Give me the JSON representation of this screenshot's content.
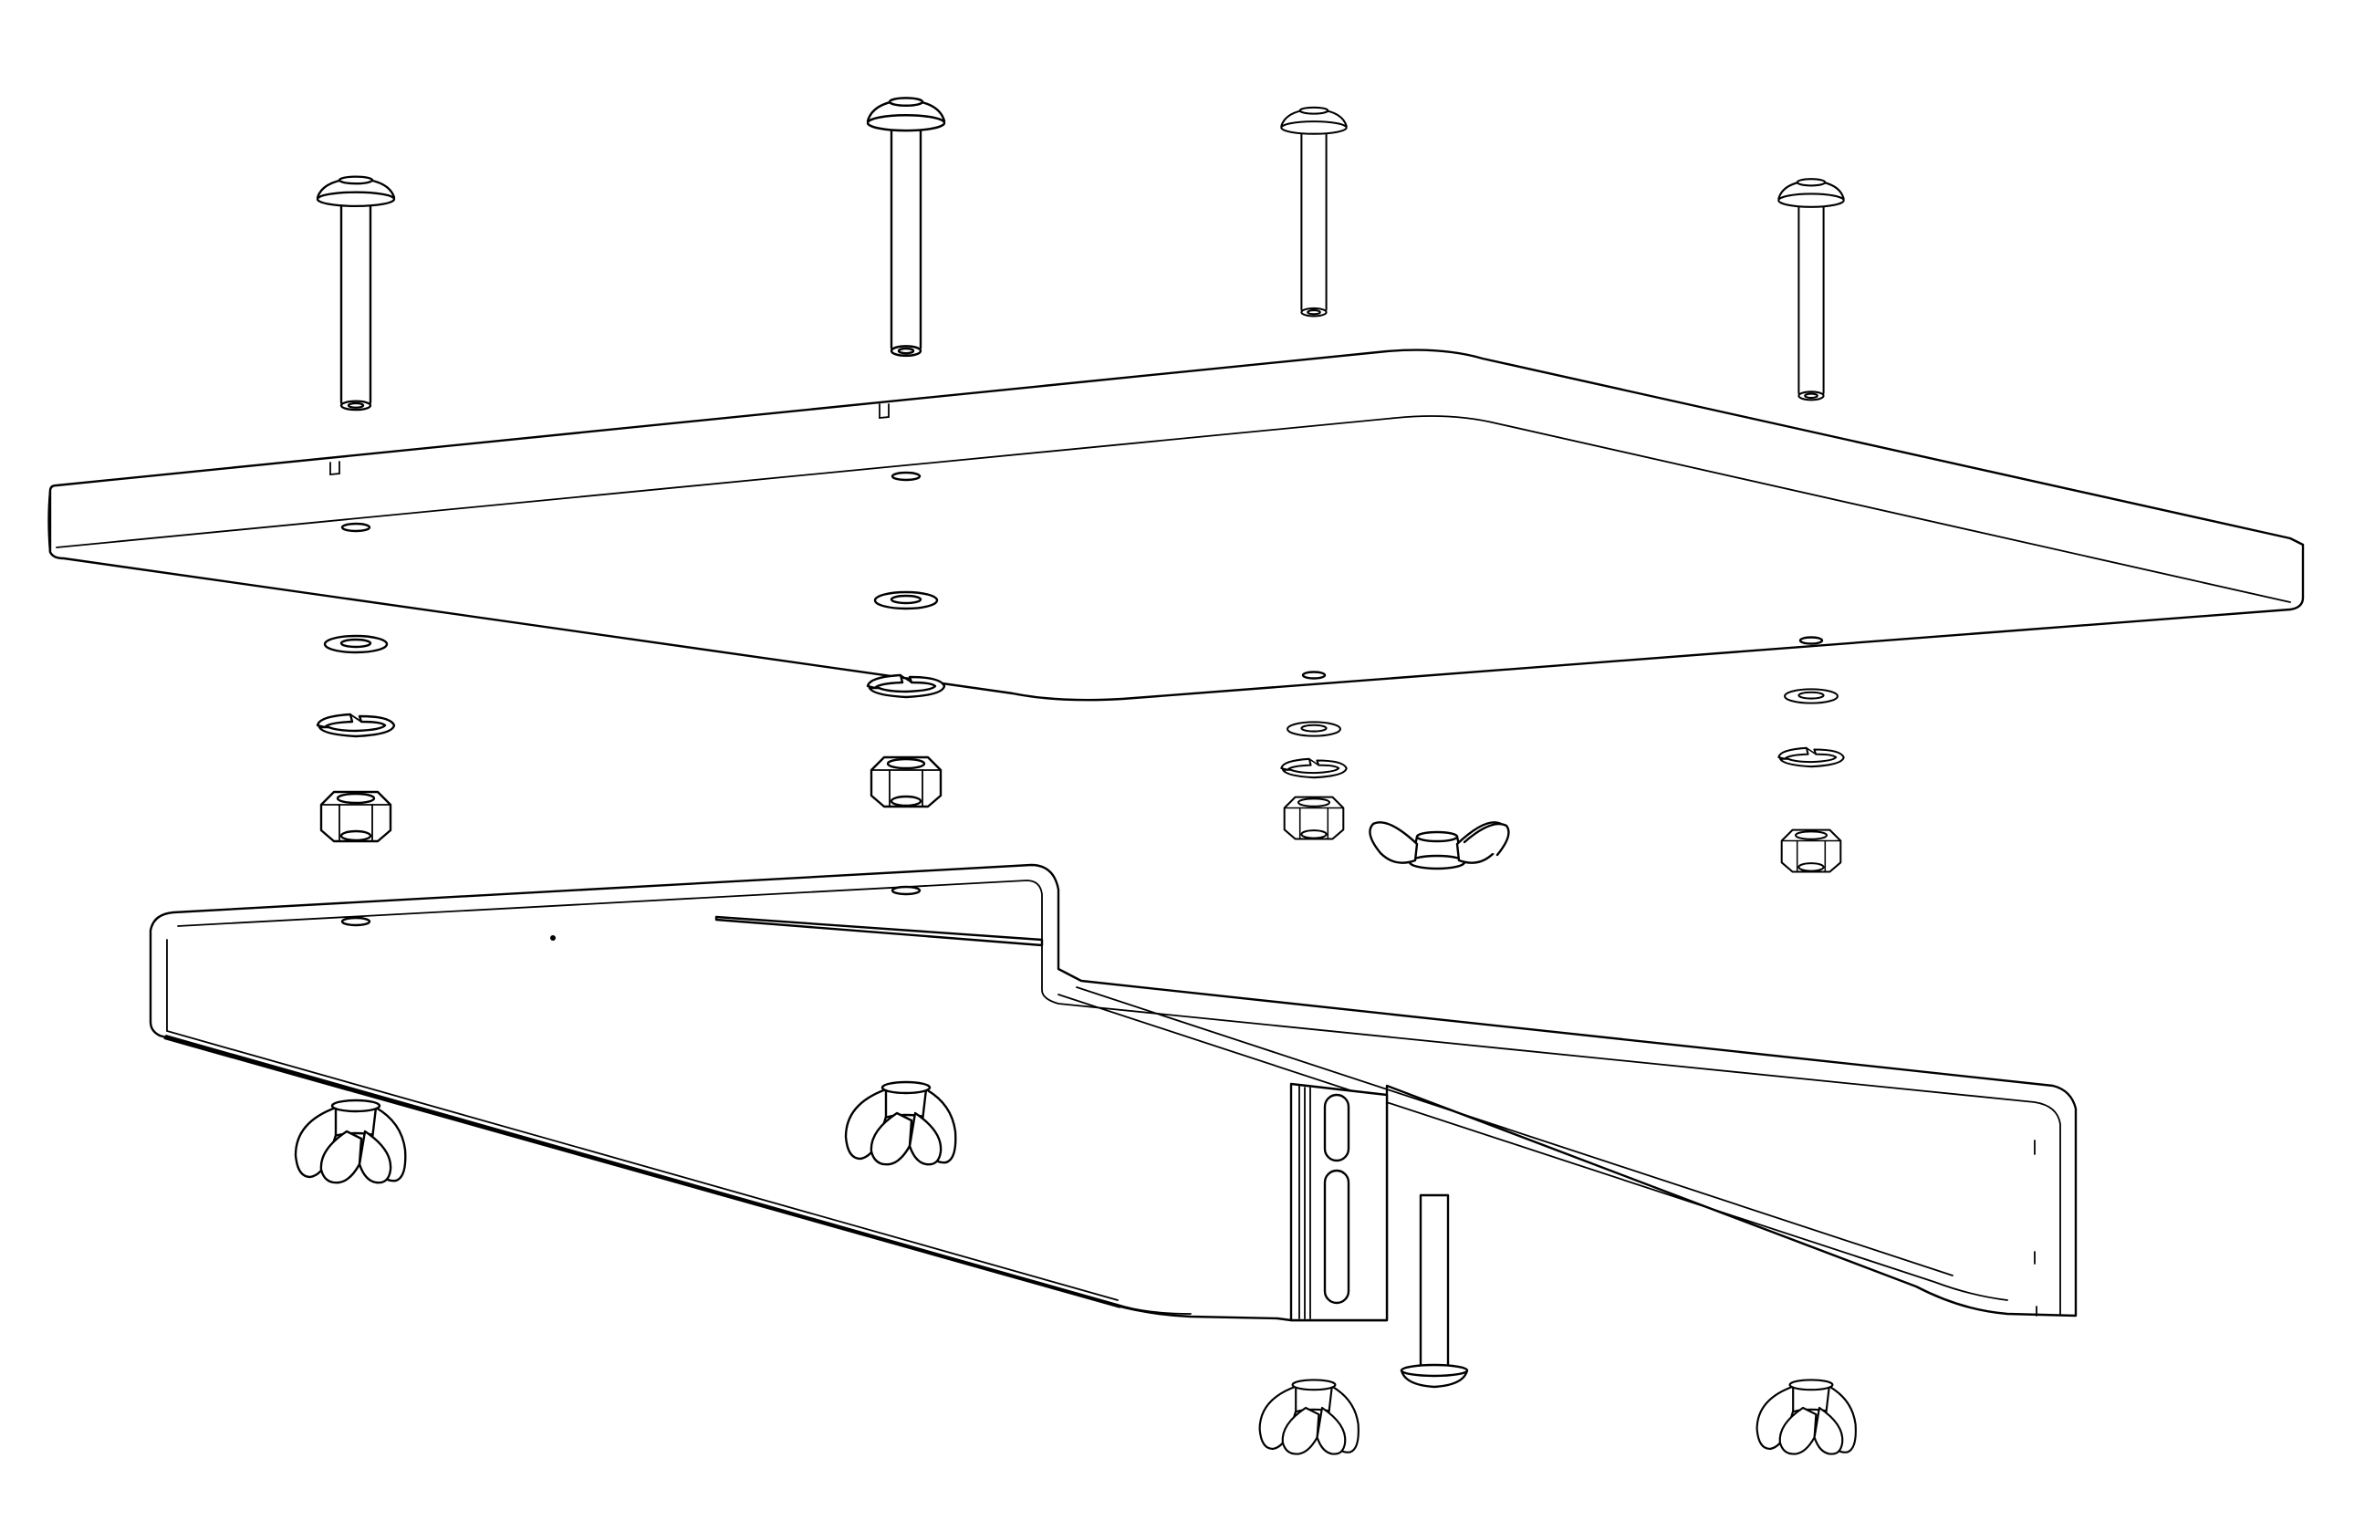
{
  "figure": {
    "kind": "exploded-assembly-line-drawing",
    "background_color": "#ffffff",
    "line_color": "#000000",
    "labels_printed": []
  },
  "parts": {
    "top_plate": "rounded-rectangle-plate",
    "bracket": "bent-sheet-metal-bracket",
    "mounting_slot_plate": "slotted-vertical-plate",
    "fasteners": {
      "long_bolts_above": 4,
      "flat_washers": 4,
      "spring_lock_washers": 4,
      "hex_nuts": 4,
      "wing_nuts_upper": 1,
      "wing_nuts_lower": 4,
      "bolts_below": 1
    }
  }
}
